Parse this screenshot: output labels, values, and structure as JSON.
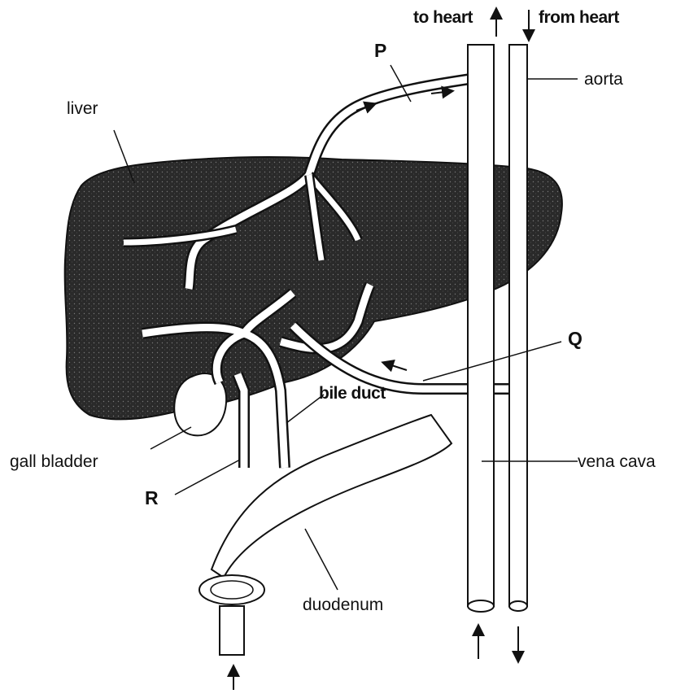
{
  "labels": {
    "to_heart": "to heart",
    "from_heart": "from heart",
    "p": "P",
    "aorta": "aorta",
    "liver": "liver",
    "q": "Q",
    "bile_duct": "bile duct",
    "gall_bladder": "gall bladder",
    "vena_cava": "vena cava",
    "r": "R",
    "duodenum": "duodenum"
  },
  "colors": {
    "ink": "#111111",
    "liver_fill": "#2a2a2a",
    "background": "#ffffff"
  }
}
